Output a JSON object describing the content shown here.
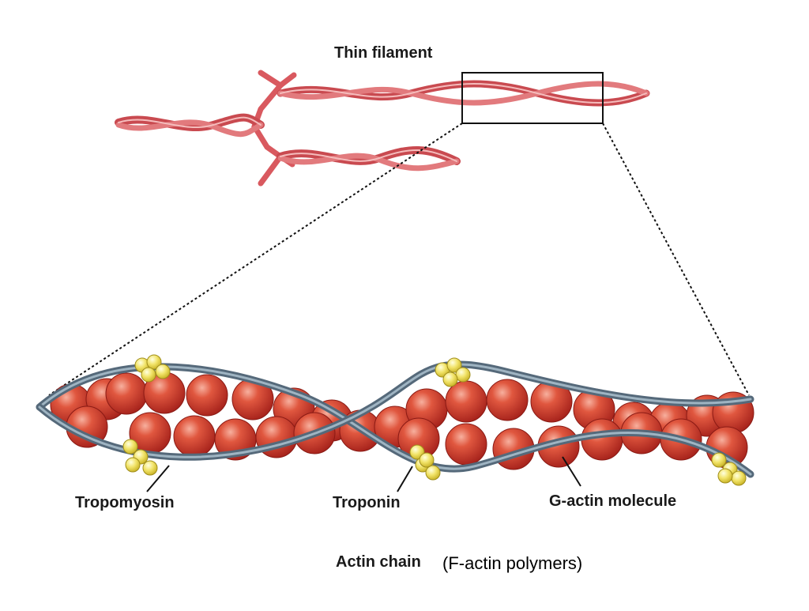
{
  "title": "Thin filament",
  "labels": {
    "tropomyosin": "Tropomyosin",
    "troponin": "Troponin",
    "g_actin": "G-actin molecule",
    "actin_chain": "Actin chain",
    "f_actin": "(F-actin polymers)"
  },
  "colors": {
    "filament_red": "#d9595f",
    "filament_light": "#f1a3a3",
    "actin_bead": "#cf3b2f",
    "actin_highlight": "#f7b09e",
    "tropomyosin_strand": "#6f8594",
    "troponin_yellow": "#f2e46a"
  }
}
